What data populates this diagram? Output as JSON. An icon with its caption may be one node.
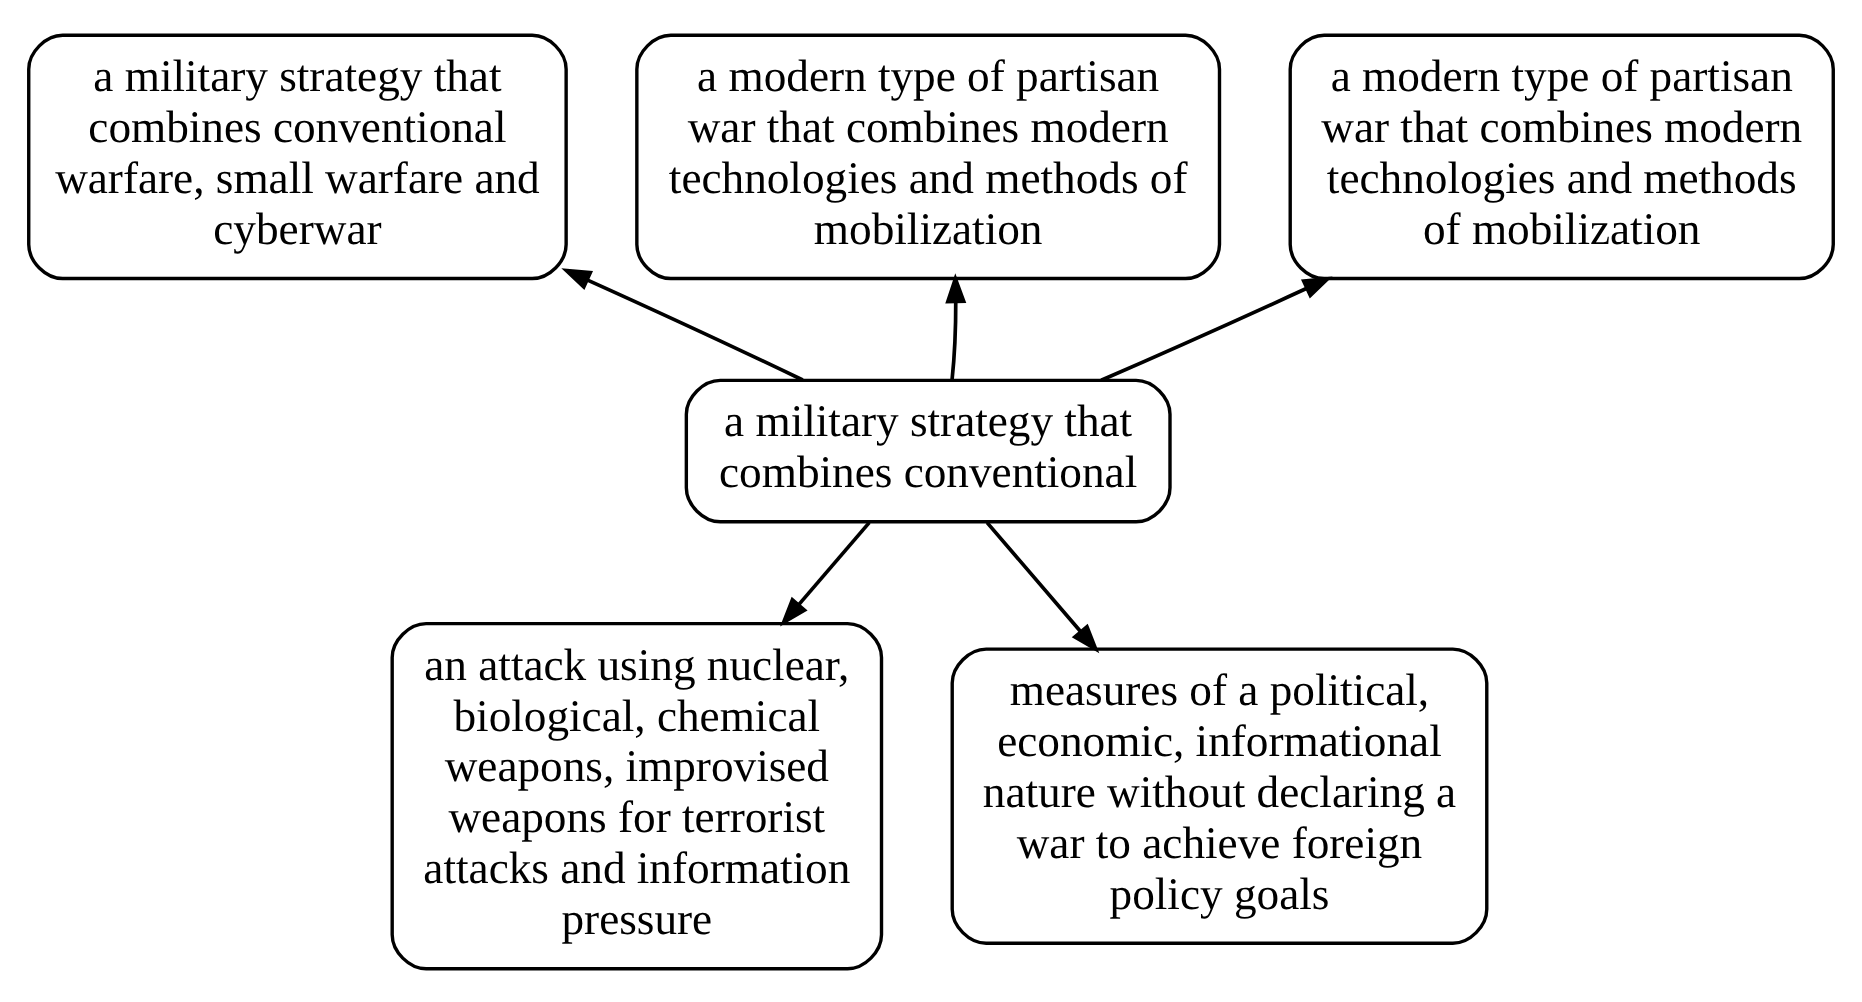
{
  "diagram": {
    "nodes": [
      {
        "text": [
          "a modern type of partisan war that combines modern technologies and methods of mobilization"
        ]
      },
      {
        "text": [
          "a military strategy that combines conventional warfare, small warfare and cyberwar"
        ]
      },
      {
        "text": [
          "a modern type of partisan war that combines modern technologies and methods of mobilization"
        ]
      },
      {
        "text": [
          "a military strategy that combines conventional"
        ]
      },
      {
        "text": [
          "an attack using nuclear, biological, chemical weapons, improvised weapons for terrorist attacks and information pressure"
        ]
      },
      {
        "text": [
          "measures of a political, economic, informational nature without declaring a war to achieve foreign policy goals"
        ]
      }
    ],
    "edges": [
      {
        "from": 3,
        "to": 1,
        "arrow": "to"
      },
      {
        "from": 3,
        "to": 0,
        "arrow": "to"
      },
      {
        "from": 3,
        "to": 2,
        "arrow": "to"
      },
      {
        "from": 3,
        "to": 4,
        "arrow": "to"
      },
      {
        "from": 3,
        "to": 5,
        "arrow": "to"
      }
    ]
  }
}
